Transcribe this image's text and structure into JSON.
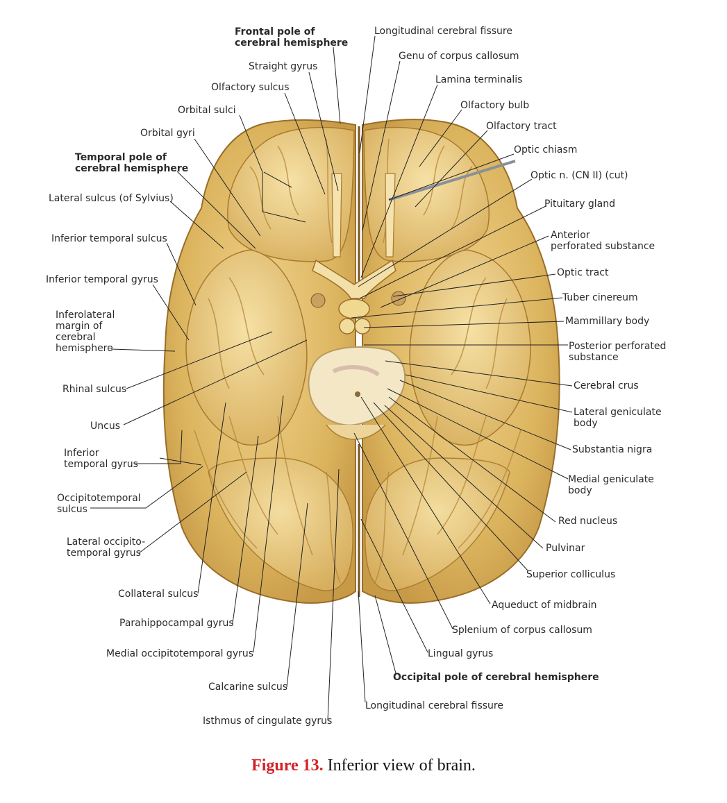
{
  "labels": {
    "frontal_pole": "Frontal pole of\ncerebral hemisphere",
    "straight_gyrus": "Straight gyrus",
    "olfactory_sulcus": "Olfactory sulcus",
    "orbital_sulci": "Orbital sulci",
    "orbital_gyri": "Orbital gyri",
    "temporal_pole": "Temporal pole of\ncerebral hemisphere",
    "lateral_sulcus": "Lateral sulcus (of Sylvius)",
    "inferior_temporal_sulcus": "Inferior temporal sulcus",
    "inferior_temporal_gyrus_upper": "Inferior temporal gyrus",
    "inferolateral_margin": "Inferolateral\nmargin of\ncerebral\nhemisphere",
    "rhinal_sulcus": "Rhinal sulcus",
    "uncus": "Uncus",
    "inferior_temporal_gyrus_lower": "Inferior\ntemporal gyrus",
    "occipitotemporal_sulcus": "Occipitotemporal\nsulcus",
    "lateral_occipitotemporal_gyrus": "Lateral occipito-\ntemporal gyrus",
    "collateral_sulcus": "Collateral sulcus",
    "parahippocampal_gyrus": "Parahippocampal gyrus",
    "medial_occipitotemporal_gyrus": "Medial occipitotemporal gyrus",
    "calcarine_sulcus": "Calcarine sulcus",
    "isthmus_cingulate": "Isthmus of cingulate gyrus",
    "longitudinal_fissure_top": "Longitudinal cerebral fissure",
    "genu_corpus_callosum": "Genu of corpus callosum",
    "lamina_terminalis": "Lamina terminalis",
    "olfactory_bulb": "Olfactory bulb",
    "olfactory_tract": "Olfactory tract",
    "optic_chiasm": "Optic chiasm",
    "optic_nerve": "Optic n. (CN II) (cut)",
    "pituitary_gland": "Pituitary gland",
    "anterior_perforated": "Anterior\nperforated substance",
    "optic_tract": "Optic tract",
    "tuber_cinereum": "Tuber cinereum",
    "mammillary_body": "Mammillary body",
    "posterior_perforated": "Posterior perforated\nsubstance",
    "cerebral_crus": "Cerebral crus",
    "lateral_geniculate": "Lateral geniculate\nbody",
    "substantia_nigra": "Substantia nigra",
    "medial_geniculate": "Medial geniculate\nbody",
    "red_nucleus": "Red nucleus",
    "pulvinar": "Pulvinar",
    "superior_colliculus": "Superior colliculus",
    "aqueduct": "Aqueduct of midbrain",
    "splenium": "Splenium of corpus callosum",
    "lingual_gyrus": "Lingual gyrus",
    "occipital_pole": "Occipital pole of cerebral hemisphere",
    "longitudinal_fissure_bottom": "Longitudinal cerebral fissure"
  },
  "caption": {
    "figure_label": "Figure 13.",
    "text": " Inferior view of brain."
  },
  "colors": {
    "brain_light": "#f3dc9c",
    "brain_mid": "#dcb45c",
    "brain_dark": "#a87a2e",
    "midbrain": "#f1e6c8",
    "caption_red": "#d42025"
  }
}
